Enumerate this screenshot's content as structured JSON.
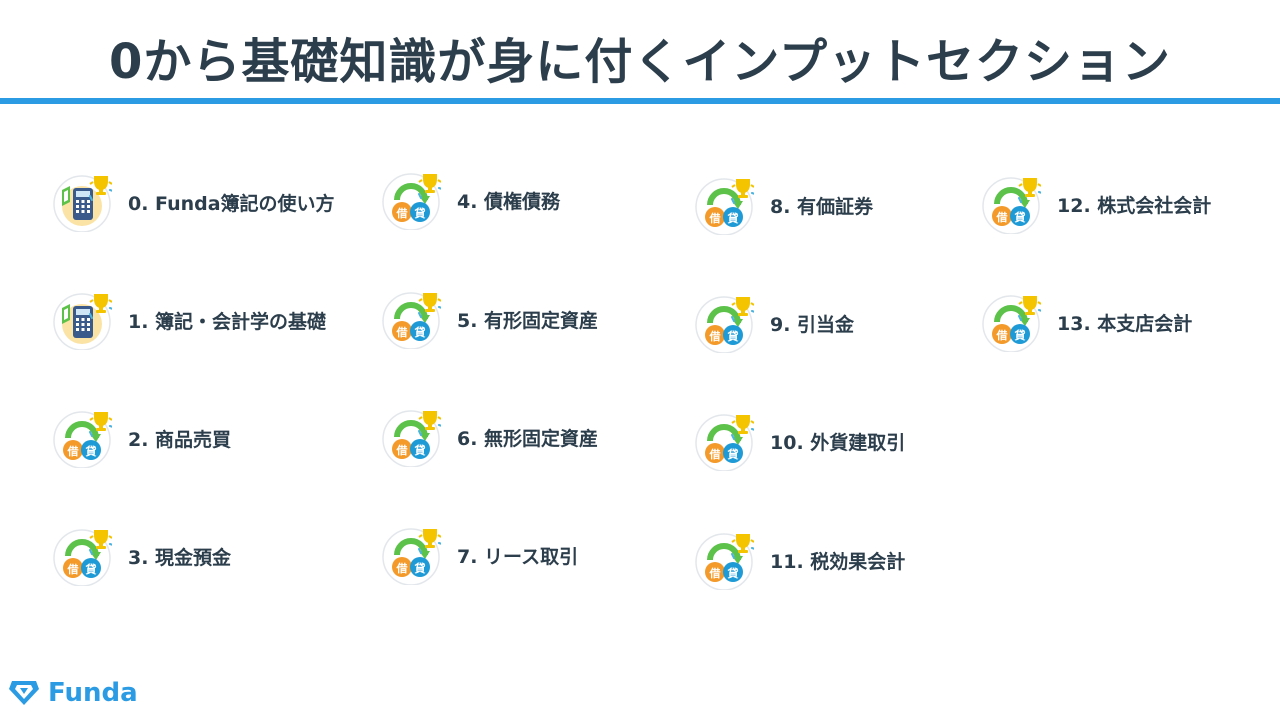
{
  "title": "0から基礎知識が身に付くインプットセクション",
  "colors": {
    "accent": "#2b9be3",
    "text": "#2c3e4c",
    "debit": "#f39a2a",
    "credit": "#1e9ad6",
    "arrow": "#5cc24a",
    "trophy": "#f5c400"
  },
  "items": [
    {
      "label": "0. Funda簿記の使い方",
      "icon": "calculator-icon"
    },
    {
      "label": "1. 簿記・会計学の基礎",
      "icon": "calculator-icon"
    },
    {
      "label": "2. 商品売買",
      "icon": "debit-credit-icon"
    },
    {
      "label": "3. 現金預金",
      "icon": "debit-credit-icon"
    },
    {
      "label": "4. 債権債務",
      "icon": "debit-credit-icon"
    },
    {
      "label": "5. 有形固定資産",
      "icon": "debit-credit-icon"
    },
    {
      "label": "6. 無形固定資産",
      "icon": "debit-credit-icon"
    },
    {
      "label": "7. リース取引",
      "icon": "debit-credit-icon"
    },
    {
      "label": "8. 有価証券",
      "icon": "debit-credit-icon"
    },
    {
      "label": "9. 引当金",
      "icon": "debit-credit-icon"
    },
    {
      "label": "10. 外貨建取引",
      "icon": "debit-credit-icon"
    },
    {
      "label": "11. 税効果会計",
      "icon": "debit-credit-icon"
    },
    {
      "label": "12. 株式会社会計",
      "icon": "debit-credit-icon"
    },
    {
      "label": "13. 本支店会計",
      "icon": "debit-credit-icon"
    }
  ],
  "badge_text": {
    "debit": "借",
    "credit": "貸"
  },
  "logo": {
    "text": "Funda",
    "icon": "diamond-logo-icon"
  }
}
